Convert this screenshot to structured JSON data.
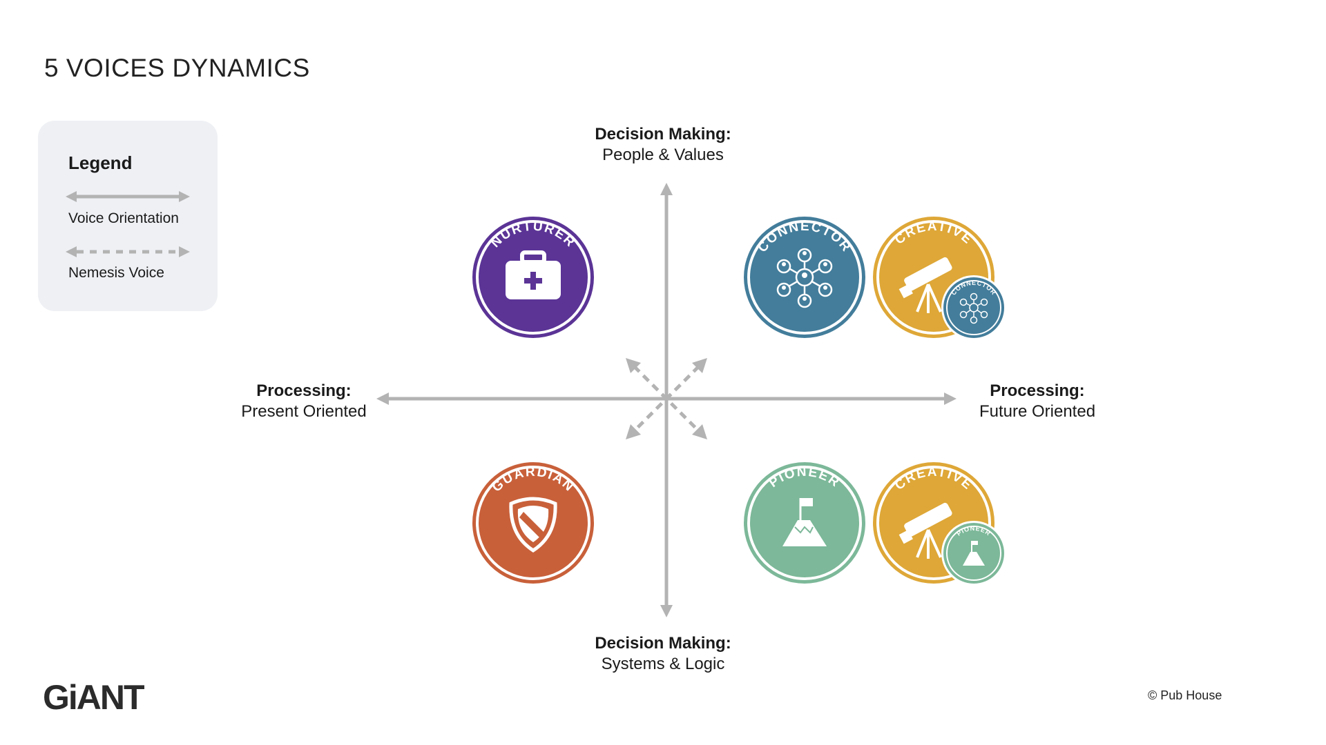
{
  "title": "5 VOICES DYNAMICS",
  "legend": {
    "title": "Legend",
    "items": [
      {
        "label": "Voice Orientation",
        "style": "solid"
      },
      {
        "label": "Nemesis Voice",
        "style": "dashed"
      }
    ]
  },
  "axes": {
    "top": {
      "bold": "Decision Making:",
      "text": "People & Values"
    },
    "bottom": {
      "bold": "Decision Making:",
      "text": "Systems & Logic"
    },
    "left": {
      "bold": "Processing:",
      "text": "Present Oriented"
    },
    "right": {
      "bold": "Processing:",
      "text": "Future Oriented"
    }
  },
  "badges": {
    "nurturer": {
      "label": "NURTURER",
      "color": "#5b3496",
      "icon": "first-aid-kit-icon"
    },
    "connector": {
      "label": "CONNECTOR",
      "color": "#437d9b",
      "icon": "people-network-icon"
    },
    "creative_connector": {
      "label": "CREATIVE",
      "color": "#dea737",
      "icon": "telescope-icon",
      "sub_label": "CONNECTOR",
      "sub_color": "#437d9b"
    },
    "guardian": {
      "label": "GUARDIAN",
      "color": "#c8603a",
      "icon": "shield-icon"
    },
    "pioneer": {
      "label": "PIONEER",
      "color": "#7cb899",
      "icon": "mountain-flag-icon"
    },
    "creative_pioneer": {
      "label": "CREATIVE",
      "color": "#dea737",
      "icon": "telescope-icon",
      "sub_label": "PIONEER",
      "sub_color": "#7cb899"
    }
  },
  "colors": {
    "axis": "#b3b3b3",
    "legend_bg": "#eef0f4"
  },
  "logo": "GiANT",
  "copyright": "© Pub House"
}
